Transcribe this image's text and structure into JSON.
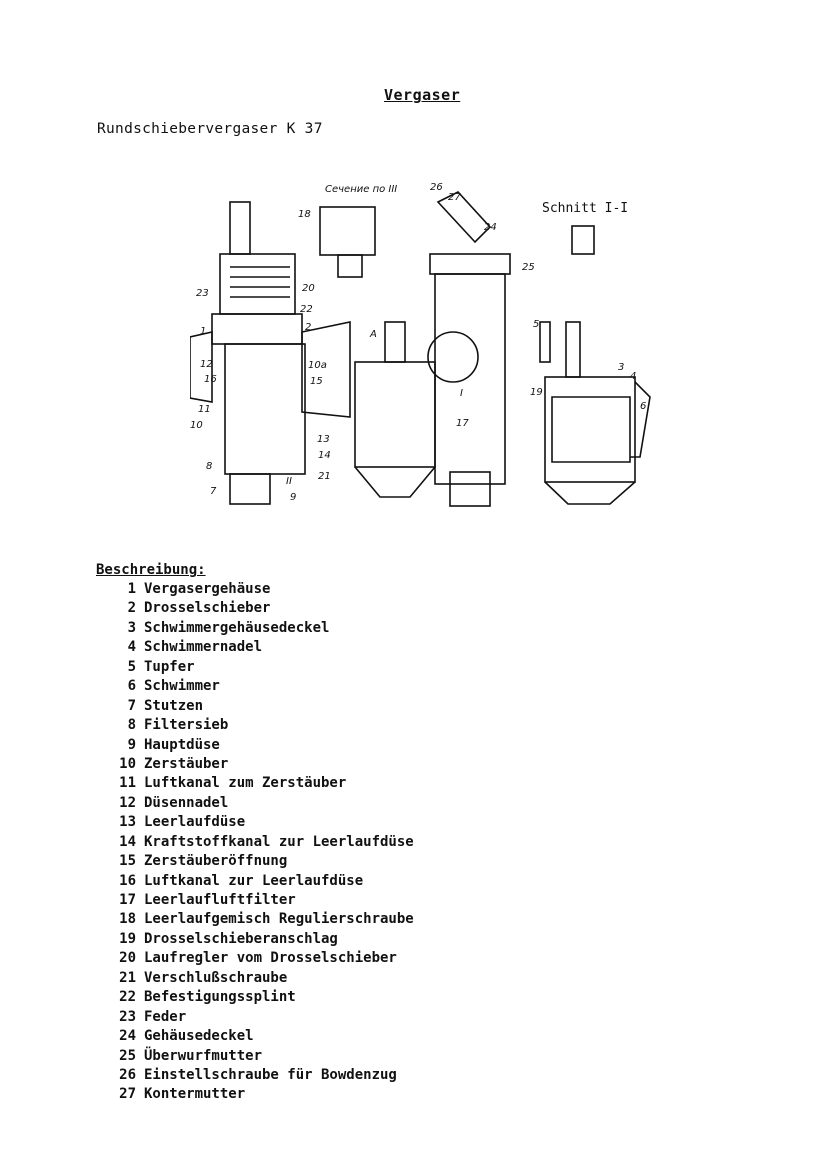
{
  "page": {
    "title": "Vergaser",
    "subtitle": "Rundschiebervergaser K 37"
  },
  "figure": {
    "section_label": "Сечение по III",
    "section_label_2": "Schnitt I-I",
    "callouts": [
      "1",
      "2",
      "3",
      "4",
      "5",
      "6",
      "7",
      "8",
      "9",
      "10",
      "10a",
      "11",
      "12",
      "13",
      "14",
      "15",
      "16",
      "17",
      "18",
      "19",
      "20",
      "21",
      "22",
      "23",
      "24",
      "25",
      "26",
      "27",
      "I",
      "II",
      "A"
    ]
  },
  "description": {
    "heading": "Beschreibung:",
    "items": [
      {
        "num": "1",
        "text": "Vergasergehäuse"
      },
      {
        "num": "2",
        "text": "Drosselschieber"
      },
      {
        "num": "3",
        "text": "Schwimmergehäusedeckel"
      },
      {
        "num": "4",
        "text": "Schwimmernadel"
      },
      {
        "num": "5",
        "text": "Tupfer"
      },
      {
        "num": "6",
        "text": "Schwimmer"
      },
      {
        "num": "7",
        "text": "Stutzen"
      },
      {
        "num": "8",
        "text": "Filtersieb"
      },
      {
        "num": "9",
        "text": "Hauptdüse"
      },
      {
        "num": "10",
        "text": "Zerstäuber"
      },
      {
        "num": "11",
        "text": "Luftkanal zum Zerstäuber"
      },
      {
        "num": "12",
        "text": "Düsennadel"
      },
      {
        "num": "13",
        "text": "Leerlaufdüse"
      },
      {
        "num": "14",
        "text": "Kraftstoffkanal zur Leerlaufdüse"
      },
      {
        "num": "15",
        "text": "Zerstäuberöffnung"
      },
      {
        "num": "16",
        "text": "Luftkanal zur Leerlaufdüse"
      },
      {
        "num": "17",
        "text": "Leerlaufluftfilter"
      },
      {
        "num": "18",
        "text": "Leerlaufgemisch Regulierschraube"
      },
      {
        "num": "19",
        "text": "Drosselschieberanschlag"
      },
      {
        "num": "20",
        "text": "Laufregler vom Drosselschieber"
      },
      {
        "num": "21",
        "text": "Verschlußschraube"
      },
      {
        "num": "22",
        "text": "Befestigungssplint"
      },
      {
        "num": "23",
        "text": "Feder"
      },
      {
        "num": "24",
        "text": "Gehäusedeckel"
      },
      {
        "num": "25",
        "text": "Überwurfmutter"
      },
      {
        "num": "26",
        "text": "Einstellschraube für Bowdenzug"
      },
      {
        "num": "27",
        "text": "Kontermutter"
      }
    ]
  }
}
